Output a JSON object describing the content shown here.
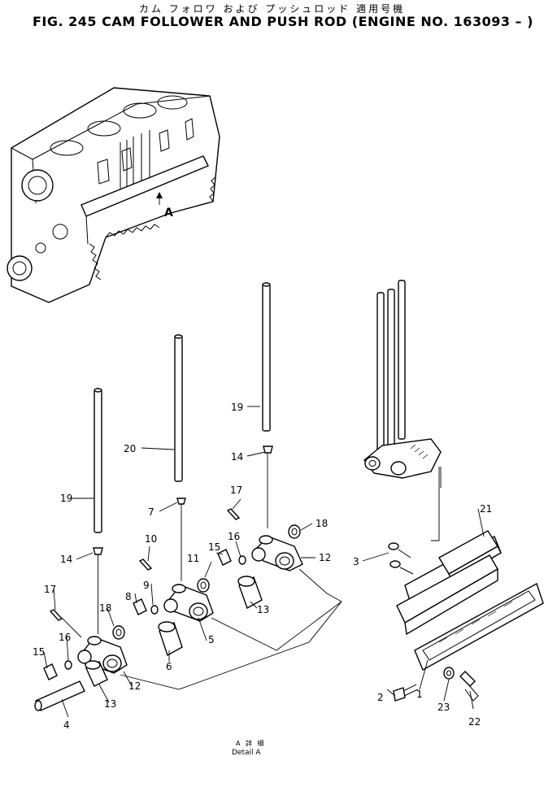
{
  "figure": {
    "title_jp": "カム フォロワ および プッシュロッド 適用号機",
    "title": "FIG. 245  CAM FOLLOWER AND PUSH ROD (ENGINE NO. 163093 –  )"
  },
  "detail_ref": "A",
  "detail_caption": {
    "jp": "A 詳 細",
    "en": "Detail  A"
  },
  "callouts": {
    "c1": "1",
    "c2": "2",
    "c3": "3",
    "c4": "4",
    "c5": "5",
    "c6": "6",
    "c7": "7",
    "c8": "8",
    "c9": "9",
    "c10": "10",
    "c11": "11",
    "c12a": "12",
    "c12b": "12",
    "c13a": "13",
    "c13b": "13",
    "c14a": "14",
    "c14b": "14",
    "c15a": "15",
    "c15b": "15",
    "c16a": "16",
    "c16b": "16",
    "c17a": "17",
    "c17b": "17",
    "c18a": "18",
    "c18b": "18",
    "c19a": "19",
    "c19b": "19",
    "c20": "20",
    "c21": "21",
    "c22": "22",
    "c23": "23"
  }
}
